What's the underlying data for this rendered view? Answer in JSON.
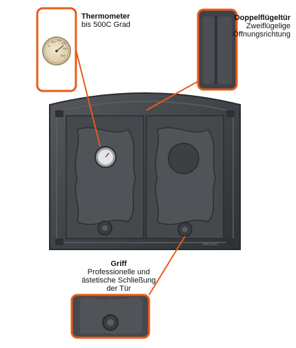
{
  "callouts": {
    "thermometer": {
      "title": "Thermometer",
      "subtitle": "bis 500C Grad"
    },
    "double_door": {
      "title": "Doppelflügeltür",
      "line2": "Zweiflügelige",
      "line3": "Öffnungsrichtung"
    },
    "handle": {
      "title": "Griff",
      "line2": "Professionelle und",
      "line3": "ästetische Schließung",
      "line4": "der Tür"
    }
  },
  "gauge": {
    "scale": [
      "0",
      "100",
      "200",
      "300",
      "400",
      "500"
    ]
  },
  "door_stamp": "NALSAT",
  "colors": {
    "accent_orange": "#e85b1a",
    "iron": "#3f4246",
    "iron_light": "#5a5d61",
    "gauge_face": "#e6d8b4",
    "gauge_rim": "#9a8c74"
  }
}
